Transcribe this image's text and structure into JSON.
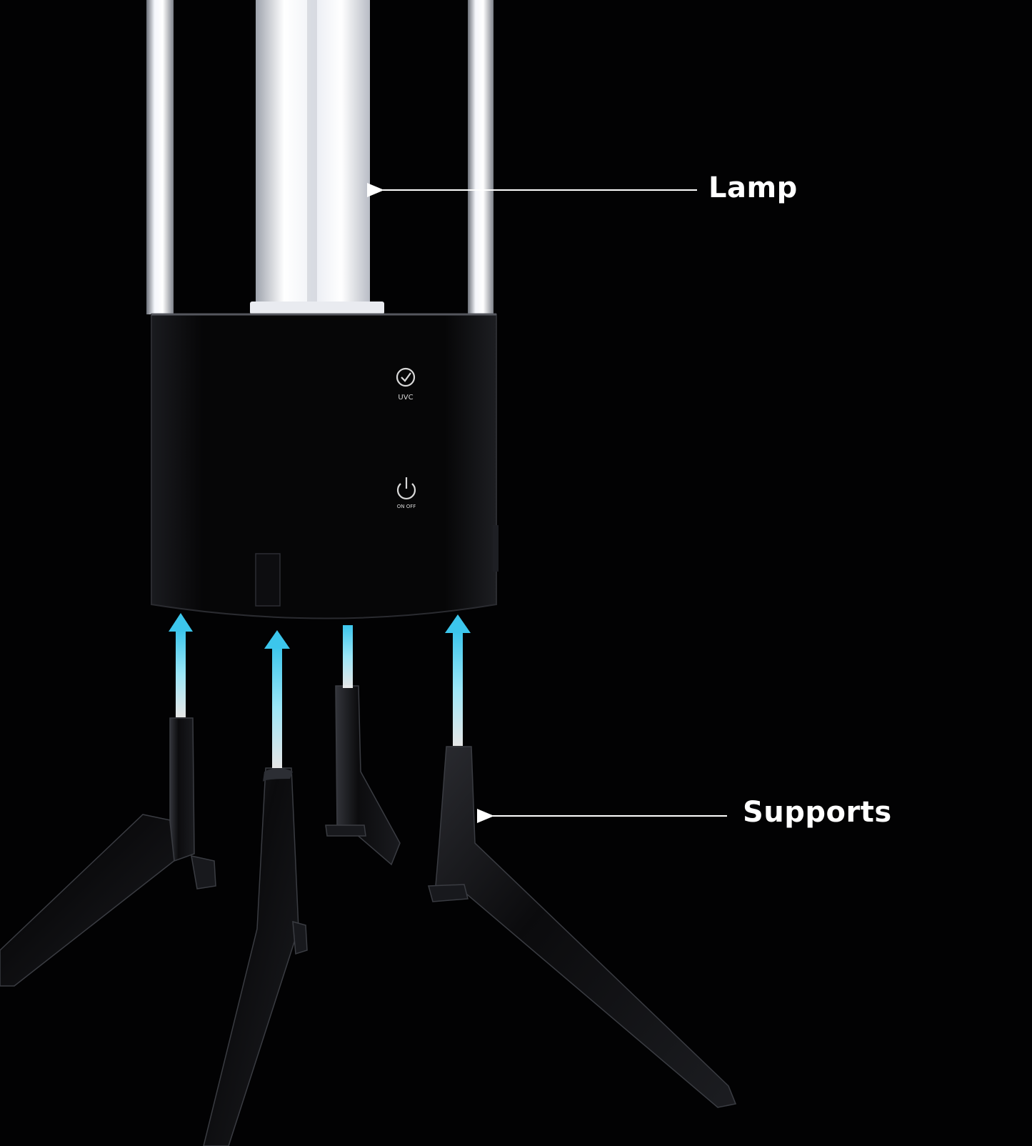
{
  "labels": {
    "lamp": "Lamp",
    "supports": "Supports"
  },
  "device": {
    "uvc_caption": "UVC",
    "power_caption": "ON OFF"
  },
  "icons": {
    "uvc": "clock-check-icon",
    "power": "power-icon",
    "insert": "arrow-up-icon"
  },
  "colors": {
    "background": "#020203",
    "label_text": "#ffffff",
    "arrow_glow": "#4fd0f0",
    "housing": "#050506"
  }
}
